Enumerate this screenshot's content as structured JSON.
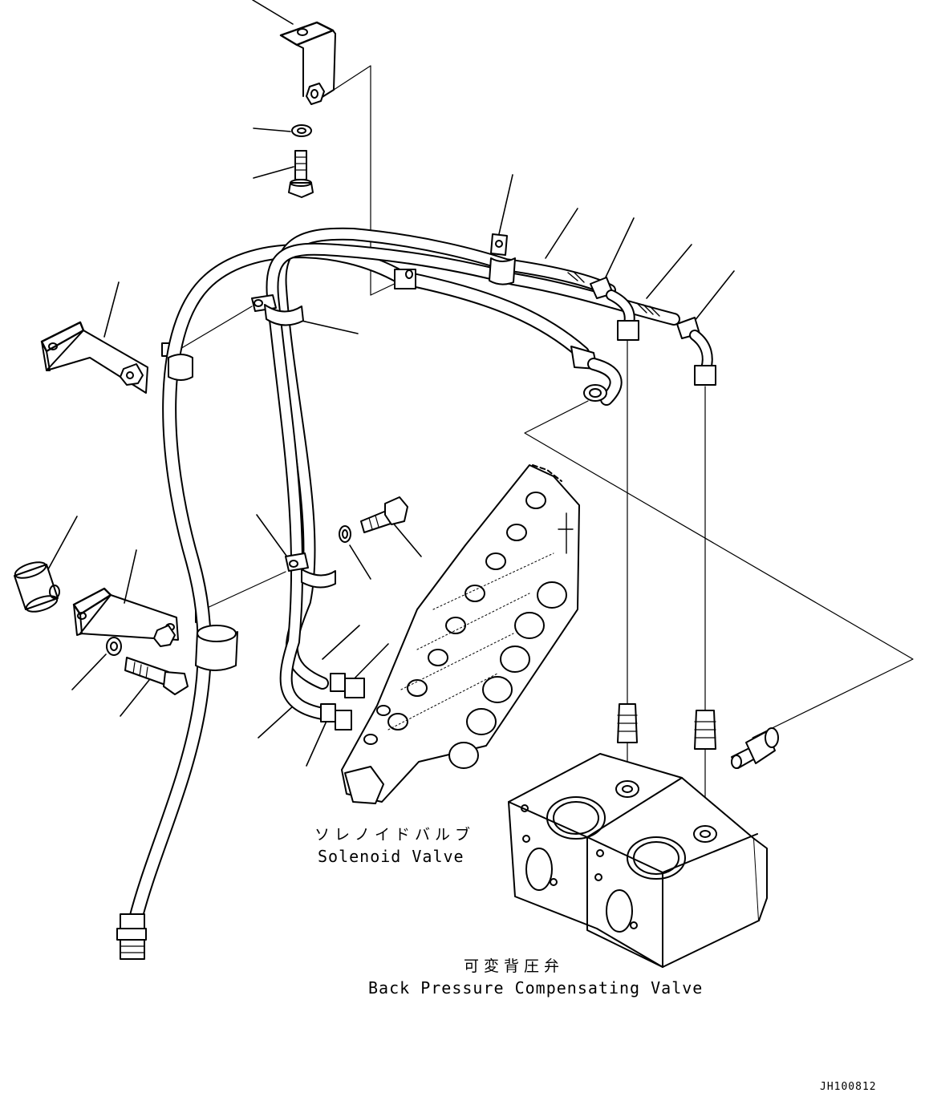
{
  "labels": {
    "solenoid_jp": "ソレノイドバルブ",
    "solenoid_en": "Solenoid Valve",
    "backpressure_jp": "可変背圧弁",
    "backpressure_en": "Back Pressure Compensating Valve",
    "drawing_code": "JH100812"
  },
  "colors": {
    "ink": "#000000",
    "paper": "#ffffff"
  }
}
